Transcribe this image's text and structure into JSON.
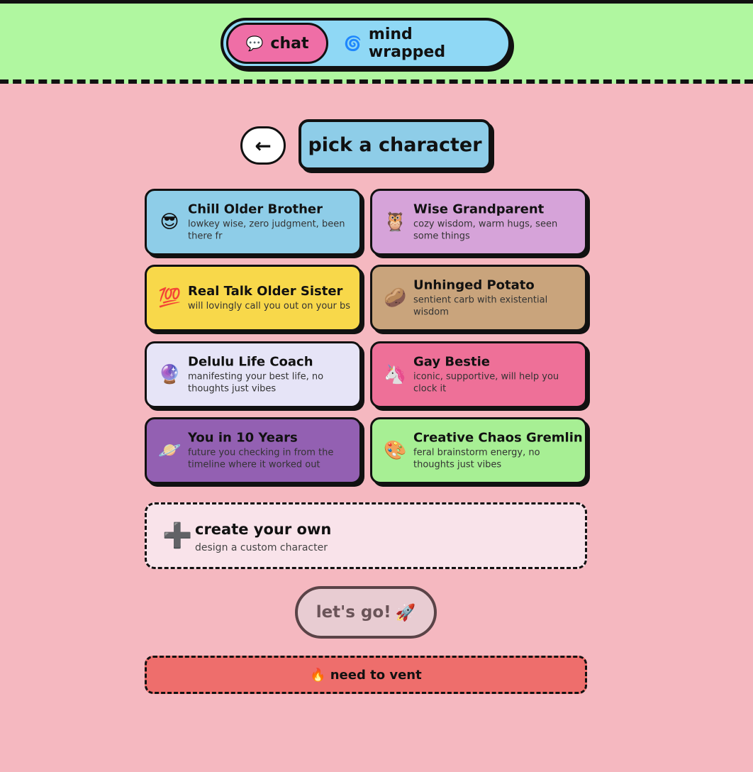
{
  "header": {
    "tabs": [
      {
        "icon": "💬",
        "label": "chat",
        "active": true
      },
      {
        "icon": "🌀",
        "label": "mind wrapped",
        "active": false
      }
    ]
  },
  "page": {
    "back_label": "←",
    "title": "pick a character"
  },
  "characters": [
    {
      "emoji": "😎",
      "name": "Chill Older Brother",
      "desc": "lowkey wise, zero judgment, been there fr",
      "color": "#8ecde8"
    },
    {
      "emoji": "🦉",
      "name": "Wise Grandparent",
      "desc": "cozy wisdom, warm hugs, seen some things",
      "color": "#d6a3d9"
    },
    {
      "emoji": "💯",
      "name": "Real Talk Older Sister",
      "desc": "will lovingly call you out on your bs",
      "color": "#f8d84a"
    },
    {
      "emoji": "🥔",
      "name": "Unhinged Potato",
      "desc": "sentient carb with existential wisdom",
      "color": "#c9a47c"
    },
    {
      "emoji": "🔮",
      "name": "Delulu Life Coach",
      "desc": "manifesting your best life, no thoughts just vibes",
      "color": "#e6e4f7"
    },
    {
      "emoji": "🦄",
      "name": "Gay Bestie",
      "desc": "iconic, supportive, will help you clock it",
      "color": "#ee7098"
    },
    {
      "emoji": "🪐",
      "name": "You in 10 Years",
      "desc": "future you checking in from the timeline where it worked out",
      "color": "#9360b2"
    },
    {
      "emoji": "🎨",
      "name": "Creative Chaos Gremlin",
      "desc": "feral brainstorm energy, no thoughts just vibes",
      "color": "#a7ef94"
    }
  ],
  "create": {
    "icon": "➕",
    "name": "create your own",
    "desc": "design a custom character"
  },
  "go_button": {
    "label": "let's go!",
    "icon": "🚀"
  },
  "vent_button": {
    "icon": "🔥",
    "label": "need to vent"
  }
}
